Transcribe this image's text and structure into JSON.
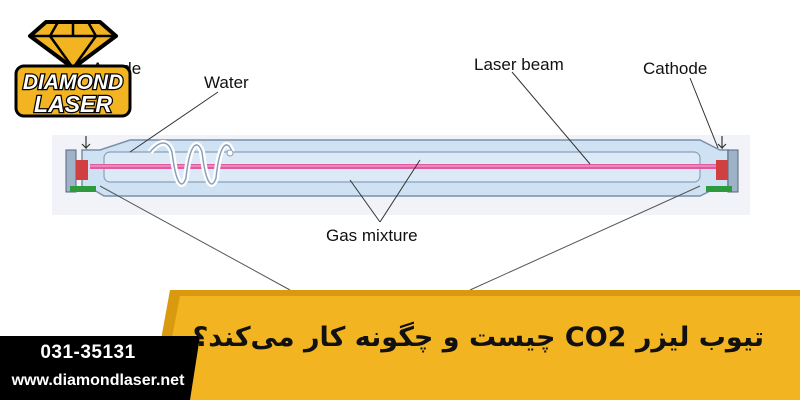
{
  "diagram": {
    "labels": {
      "anode": "Anode",
      "water": "Water",
      "laser_beam": "Laser beam",
      "cathode": "Cathode",
      "gas_mixture": "Gas mixture"
    }
  },
  "logo": {
    "line1": "DIAMOND",
    "line2": "LASER"
  },
  "banner": {
    "title": "تیوب لیزر CO2 چیست و چگونه کار می‌کند؟",
    "phone": "031-35131",
    "website": "www.diamondlaser.net"
  },
  "colors": {
    "gold": "#F2B420",
    "gold_dark": "#D99A10",
    "black": "#000000",
    "beam": "#E05AA0",
    "tube_blue": "#CFE2F3",
    "water_blue": "#BCD6EE"
  }
}
